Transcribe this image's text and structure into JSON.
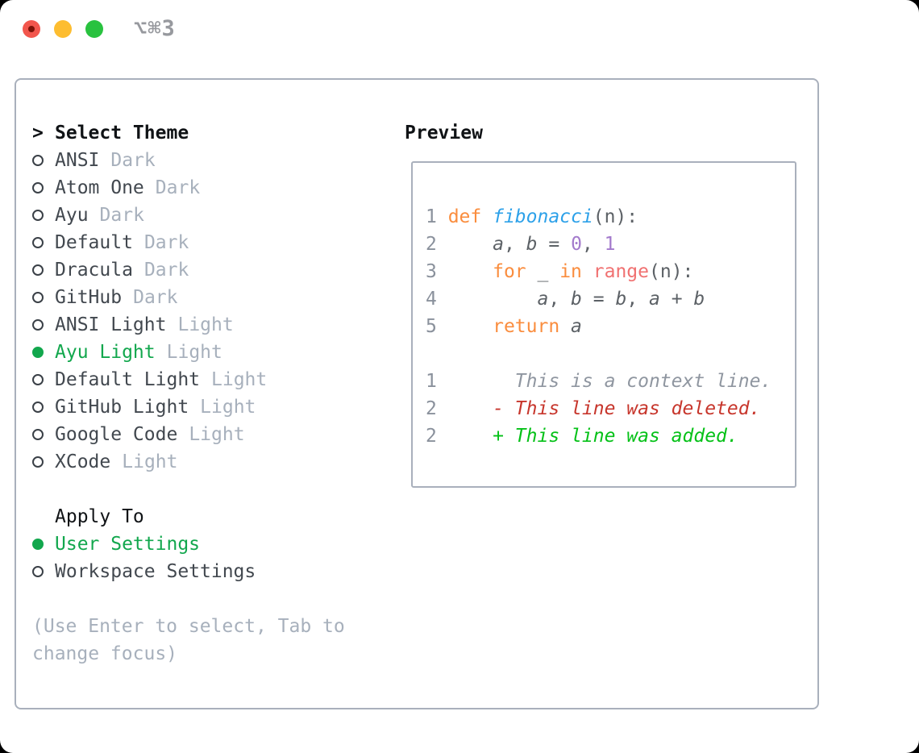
{
  "titlebar": {
    "shortcut": "⌥⌘3"
  },
  "left_panel": {
    "title": "Select Theme",
    "prompt": ">",
    "themes": [
      {
        "name": "ANSI",
        "variant": "Dark",
        "selected": false
      },
      {
        "name": "Atom One",
        "variant": "Dark",
        "selected": false
      },
      {
        "name": "Ayu",
        "variant": "Dark",
        "selected": false
      },
      {
        "name": "Default",
        "variant": "Dark",
        "selected": false
      },
      {
        "name": "Dracula",
        "variant": "Dark",
        "selected": false
      },
      {
        "name": "GitHub",
        "variant": "Dark",
        "selected": false
      },
      {
        "name": "ANSI Light",
        "variant": "Light",
        "selected": false
      },
      {
        "name": "Ayu Light",
        "variant": "Light",
        "selected": true
      },
      {
        "name": "Default Light",
        "variant": "Light",
        "selected": false
      },
      {
        "name": "GitHub Light",
        "variant": "Light",
        "selected": false
      },
      {
        "name": "Google Code",
        "variant": "Light",
        "selected": false
      },
      {
        "name": "XCode",
        "variant": "Light",
        "selected": false
      }
    ],
    "apply_title": "Apply To",
    "apply_options": [
      {
        "name": "User Settings",
        "selected": true
      },
      {
        "name": "Workspace Settings",
        "selected": false
      }
    ],
    "help_lines": [
      "(Use Enter to select, Tab to",
      "change focus)"
    ]
  },
  "preview": {
    "title": "Preview",
    "lines": [
      [],
      [
        {
          "t": "1 ",
          "c": "ln"
        },
        {
          "t": "def ",
          "c": "kw"
        },
        {
          "t": "fibonacci",
          "c": "fn"
        },
        {
          "t": "(n):",
          "c": "tx"
        }
      ],
      [
        {
          "t": "2 ",
          "c": "ln"
        },
        {
          "t": "    ",
          "c": "tx"
        },
        {
          "t": "a",
          "c": "var"
        },
        {
          "t": ", ",
          "c": "tx"
        },
        {
          "t": "b",
          "c": "var"
        },
        {
          "t": " = ",
          "c": "tx"
        },
        {
          "t": "0",
          "c": "num"
        },
        {
          "t": ", ",
          "c": "tx"
        },
        {
          "t": "1",
          "c": "num"
        }
      ],
      [
        {
          "t": "3 ",
          "c": "ln"
        },
        {
          "t": "    ",
          "c": "tx"
        },
        {
          "t": "for",
          "c": "kw"
        },
        {
          "t": " _ ",
          "c": "tx"
        },
        {
          "t": "in",
          "c": "kw"
        },
        {
          "t": " ",
          "c": "tx"
        },
        {
          "t": "range",
          "c": "rng"
        },
        {
          "t": "(n):",
          "c": "tx"
        }
      ],
      [
        {
          "t": "4 ",
          "c": "ln"
        },
        {
          "t": "        ",
          "c": "tx"
        },
        {
          "t": "a",
          "c": "var"
        },
        {
          "t": ", ",
          "c": "tx"
        },
        {
          "t": "b",
          "c": "var"
        },
        {
          "t": " = ",
          "c": "tx"
        },
        {
          "t": "b",
          "c": "var"
        },
        {
          "t": ", ",
          "c": "tx"
        },
        {
          "t": "a",
          "c": "var"
        },
        {
          "t": " + ",
          "c": "tx"
        },
        {
          "t": "b",
          "c": "var"
        }
      ],
      [
        {
          "t": "5 ",
          "c": "ln"
        },
        {
          "t": "    ",
          "c": "tx"
        },
        {
          "t": "return ",
          "c": "kw"
        },
        {
          "t": "a",
          "c": "var"
        }
      ],
      [],
      [
        {
          "t": "1",
          "c": "ln"
        },
        {
          "t": "       This is a context line.",
          "c": "ctx"
        }
      ],
      [
        {
          "t": "2",
          "c": "ln"
        },
        {
          "t": "     ",
          "c": "tx"
        },
        {
          "t": "- This line was deleted.",
          "c": "del"
        }
      ],
      [
        {
          "t": "2",
          "c": "ln"
        },
        {
          "t": "     ",
          "c": "tx"
        },
        {
          "t": "+ This line was added.",
          "c": "add"
        }
      ]
    ]
  },
  "colors": {
    "selected_green": "#12A74D",
    "radio_dark": "#3A4047",
    "name_dark": "#42484F",
    "title_black": "#101316",
    "variant_gray": "#A7B0BC",
    "muted": "#A7B0BC",
    "border_gray": "#A9B0BC",
    "ln_gray": "#8A919C",
    "kw_orange": "#FA8D3E",
    "fn_blue": "#2DA1E9",
    "code_fg": "#5C6166",
    "num_purple": "#A37ACC",
    "rng_coral": "#F07171",
    "ctx_gray": "#8F96A0",
    "del_red": "#C7362C",
    "add_green": "#04C117",
    "traffic_close": "#F2564D",
    "traffic_close_dot": "#7C1208",
    "traffic_min": "#FDBD30",
    "traffic_zoom": "#29C23F",
    "shortcut_gray": "#97999E"
  }
}
